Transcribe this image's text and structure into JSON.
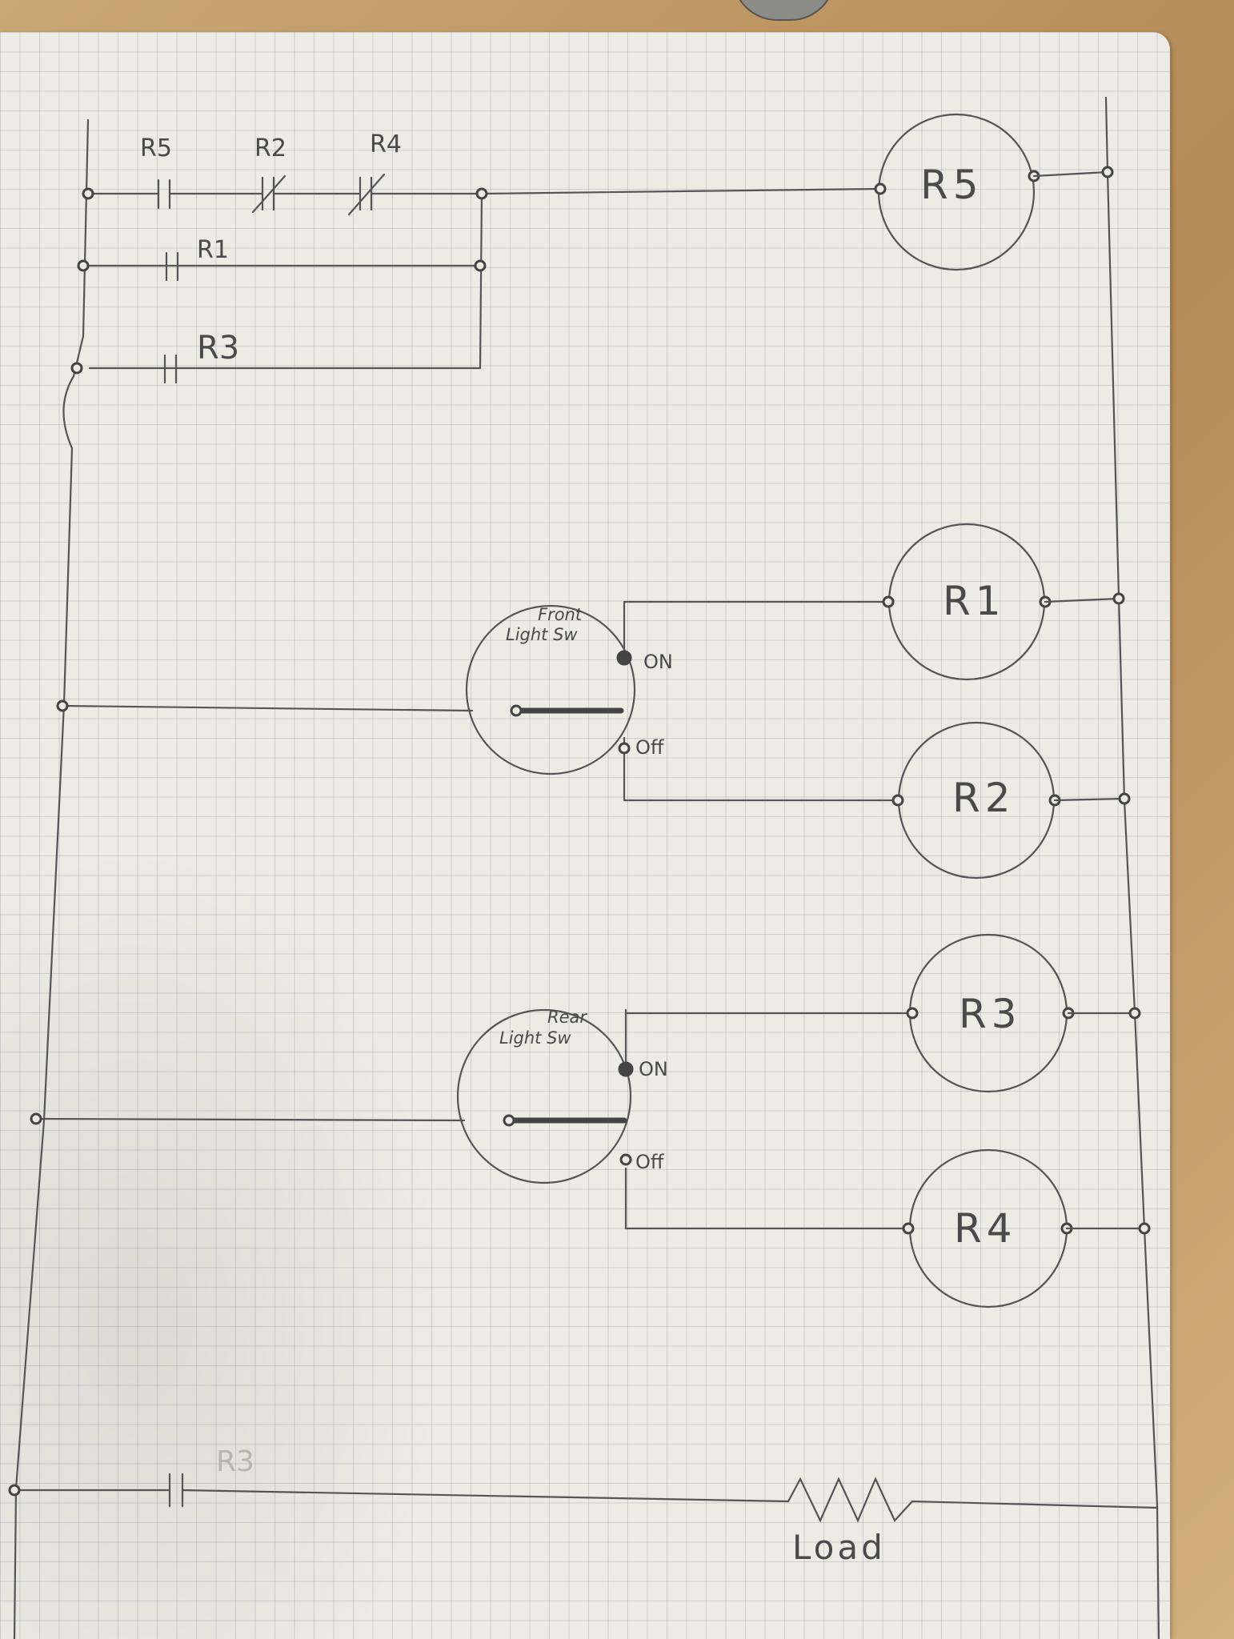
{
  "contacts": {
    "r5_top": "R5",
    "r2_top": "R2",
    "r4_top": "R4",
    "r1": "R1",
    "r3": "R3",
    "r3_load": "R3"
  },
  "coils": {
    "r5": "R5",
    "r1": "R1",
    "r2": "R2",
    "r3": "R3",
    "r4": "R4"
  },
  "switches": {
    "front": {
      "line1": "Front",
      "line2": "Light Sw",
      "on": "ON",
      "off": "Off"
    },
    "rear": {
      "line1": "Rear",
      "line2": "Light Sw",
      "on": "ON",
      "off": "Off"
    }
  },
  "load": "Load",
  "colors": {
    "pencil": "#4a4a4a",
    "paper": "#ecebe4",
    "grid": "#a5adbb",
    "desk": "#b48a55"
  }
}
